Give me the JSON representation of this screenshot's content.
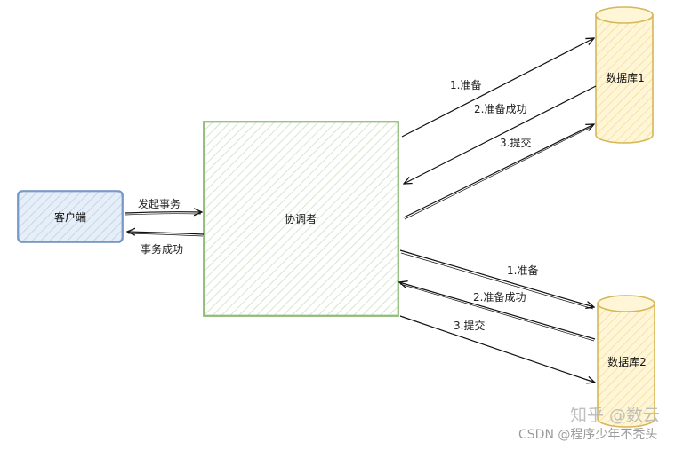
{
  "nodes": {
    "client": {
      "label": "客户端",
      "fill": "#dbe8f5",
      "stroke": "#6c8ebf"
    },
    "coordinator": {
      "label": "协调者",
      "fill": "#d5e8d4",
      "stroke": "#82b366"
    },
    "db1": {
      "label": "数据库1",
      "fill": "#fff2cc",
      "stroke": "#d6b656"
    },
    "db2": {
      "label": "数据库2",
      "fill": "#fff2cc",
      "stroke": "#d6b656"
    }
  },
  "edges": {
    "start_tx": "发起事务",
    "tx_success": "事务成功",
    "db1_prepare": "1.准备",
    "db1_prepare_ok": "2.准备成功",
    "db1_commit": "3.提交",
    "db2_prepare": "1.准备",
    "db2_prepare_ok": "2.准备成功",
    "db2_commit": "3.提交"
  },
  "watermark": {
    "csdn": "CSDN @程序少年不秃头",
    "zhihu": "知乎 @数云"
  }
}
